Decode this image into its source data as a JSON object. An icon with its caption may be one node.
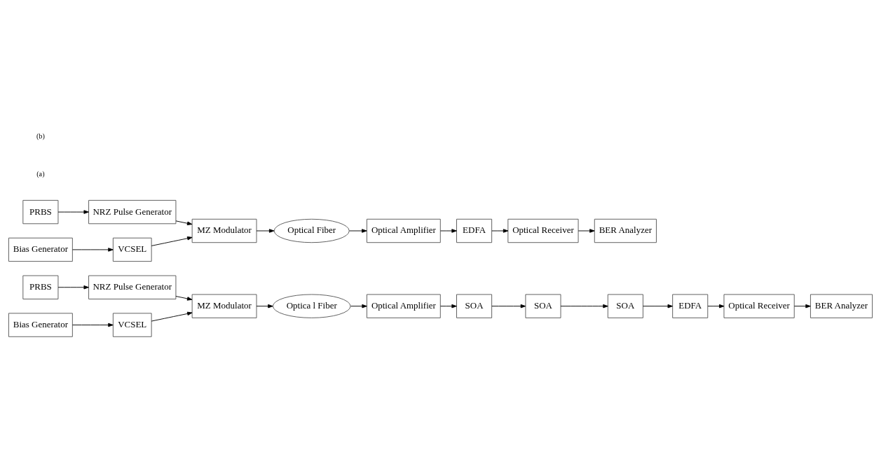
{
  "diagram": {
    "nodes": [
      {
        "text": [
          "PRBS"
        ]
      },
      {
        "text": [
          "NRZ Pulse Generator"
        ]
      },
      {
        "text": [
          "MZ Modulator"
        ]
      },
      {
        "text": [
          "Bias Generator"
        ]
      },
      {
        "text": [
          "VCSEL"
        ]
      },
      {
        "text": [
          "Optica l Fiber"
        ]
      },
      {
        "text": [
          "Optical Amplifier"
        ]
      },
      {
        "text": [
          "SOA"
        ]
      },
      {
        "text": [
          "SOA"
        ]
      },
      {
        "text": [
          "SOA"
        ]
      },
      {
        "text": [
          "EDFA"
        ]
      },
      {
        "text": [
          "Optical Receiver"
        ]
      },
      {
        "text": [
          "BER Analyzer"
        ]
      },
      {
        "text": [
          "PRBS"
        ]
      },
      {
        "text": [
          "NRZ Pulse Generator"
        ]
      },
      {
        "text": [
          "MZ Modulator"
        ]
      },
      {
        "text": [
          "Bias Generator"
        ]
      },
      {
        "text": [
          "VCSEL"
        ]
      },
      {
        "text": [
          "Optical Fiber"
        ]
      },
      {
        "text": [
          "Optical Amplifier"
        ]
      },
      {
        "text": [
          "EDFA"
        ]
      },
      {
        "text": [
          "Optical Receiver"
        ]
      },
      {
        "text": [
          "BER Analyzer"
        ]
      }
    ],
    "edges": [
      {
        "from": 0,
        "to": 1,
        "arrow": "to"
      },
      {
        "from": 1,
        "to": 2,
        "arrow": "to"
      },
      {
        "from": 3,
        "to": 4,
        "arrow": "to"
      },
      {
        "from": 4,
        "to": 2,
        "arrow": "to"
      },
      {
        "from": 2,
        "to": 5,
        "arrow": "to"
      },
      {
        "from": 5,
        "to": 6,
        "arrow": "to"
      },
      {
        "from": 6,
        "to": 7,
        "arrow": "to"
      },
      {
        "from": 7,
        "to": 8,
        "arrow": "to"
      },
      {
        "from": 8,
        "to": 9,
        "arrow": "to"
      },
      {
        "from": 9,
        "to": 10,
        "arrow": "to"
      },
      {
        "from": 10,
        "to": 11,
        "arrow": "to"
      },
      {
        "from": 11,
        "to": 12,
        "arrow": "to"
      },
      {
        "from": 13,
        "to": 14,
        "arrow": "to"
      },
      {
        "from": 14,
        "to": 15,
        "arrow": "to"
      },
      {
        "from": 16,
        "to": 17,
        "arrow": "to"
      },
      {
        "from": 17,
        "to": 15,
        "arrow": "to"
      },
      {
        "from": 15,
        "to": 18,
        "arrow": "to"
      },
      {
        "from": 18,
        "to": 19,
        "arrow": "to"
      },
      {
        "from": 19,
        "to": 20,
        "arrow": "to"
      },
      {
        "from": 20,
        "to": 21,
        "arrow": "to"
      },
      {
        "from": 21,
        "to": 22,
        "arrow": "to"
      }
    ],
    "labels": [
      "(a)",
      "(b)"
    ]
  }
}
